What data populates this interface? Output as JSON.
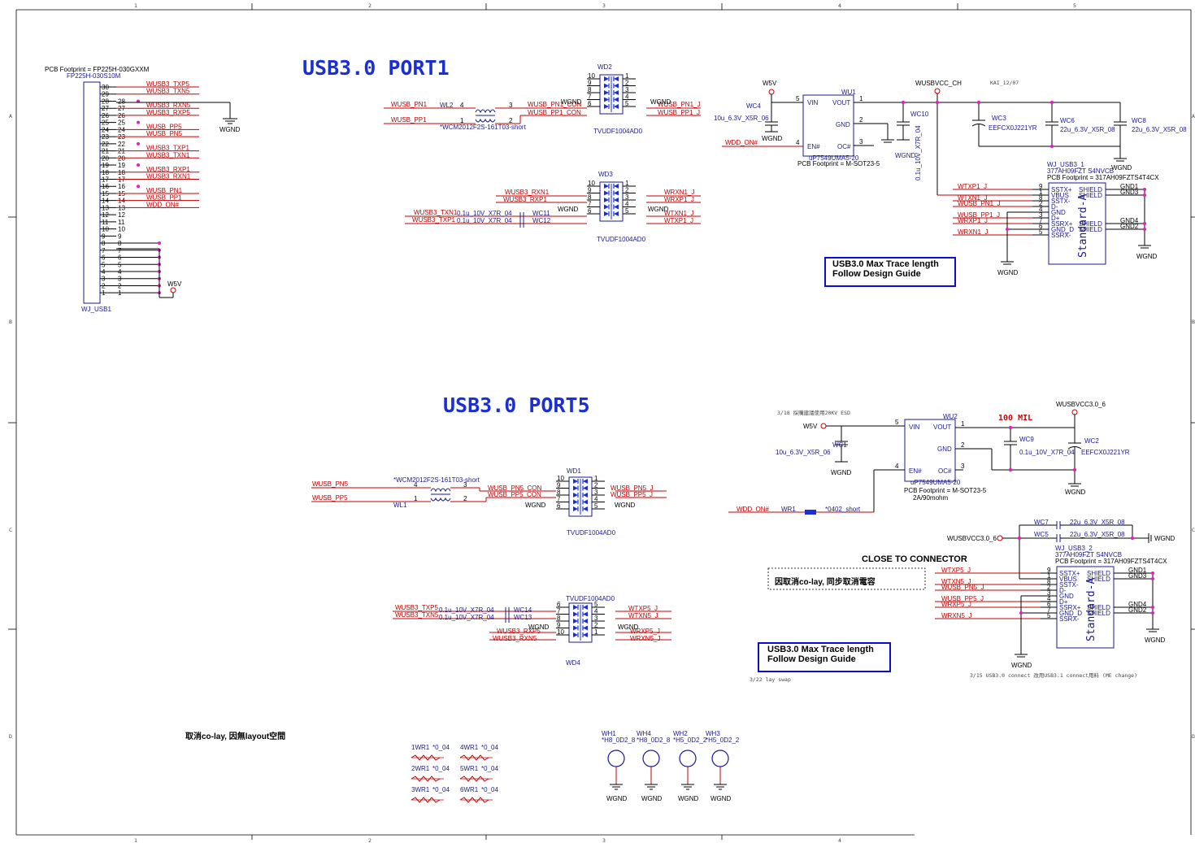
{
  "titles": {
    "port1": "USB3.0  PORT1",
    "port5": "USB3.0  PORT5"
  },
  "border": {
    "cols": [
      "1",
      "2",
      "3",
      "4",
      "5"
    ],
    "rows": [
      "A",
      "B",
      "C",
      "D"
    ]
  },
  "notes": {
    "trace1": [
      "USB3.0 Max Trace length",
      "Follow Design Guide"
    ],
    "trace5": [
      "USB3.0 Max Trace length",
      "Follow Design Guide"
    ],
    "close": "CLOSE TO CONNECTOR",
    "colay": "因取消co-lay, 同步取消電容",
    "cancel": "取消co-lay, 因無layout空間",
    "mil": "100 MIL",
    "kai": "KAI_12/07",
    "esd": "3/18 採購建議使用20KV ESD",
    "lay": "3/22 lay swap",
    "conn31": "3/15  USB3.0 connect 改用USB3.1 connect用料 (ME change)",
    "amps": "2A/90mohm"
  },
  "j_usb1": {
    "ref": "WJ_USB1",
    "footprint": "PCB Footprint = FP225H-030GXXM",
    "part": "FP225H-030S10M",
    "pins": [
      "30",
      "29",
      "28",
      "27",
      "26",
      "25",
      "24",
      "23",
      "22",
      "21",
      "20",
      "19",
      "18",
      "17",
      "16",
      "15",
      "14",
      "13",
      "12",
      "11",
      "10",
      "9",
      "8",
      "7",
      "6",
      "5",
      "4",
      "3",
      "2",
      "1"
    ],
    "pins_inner": [
      "28",
      "27",
      "26",
      "25",
      "24",
      "23",
      "22",
      "21",
      "20",
      "19",
      "18",
      "17",
      "16",
      "15",
      "14",
      "13",
      "12",
      "11",
      "10",
      "9",
      "8",
      "7",
      "6",
      "5",
      "4",
      "3",
      "2",
      "1"
    ],
    "nets": [
      "WUSB3_TXP5",
      "WUSB3_TXN5",
      "",
      "WUSB3_RXN5",
      "WUSB3_RXP5",
      "",
      "WUSB_PP5",
      "WUSB_PN5",
      "",
      "WUSB3_TXP1",
      "WUSB3_TXN1",
      "",
      "WUSB3_RXP1",
      "WUSB3_RXN1",
      "",
      "WUSB_PN1",
      "WUSB_PP1",
      "WDD_ON#"
    ],
    "gnd": "WGND",
    "w5v": "W5V"
  },
  "port1": {
    "wl2": {
      "ref": "WL2",
      "part": "*WCM2012F2S-161T03-short",
      "pins": [
        "4",
        "3",
        "1",
        "2"
      ]
    },
    "wusb_pn1": "WUSB_PN1",
    "wusb_pp1": "WUSB_PP1",
    "wusb_pn1_con": "WUSB_PN1_CON",
    "wusb_pp1_con": "WUSB_PP1_CON",
    "wusb_pn1_j": "WUSB_PN1_J",
    "wusb_pp1_j": "WUSB_PP1_J",
    "wd2": {
      "ref": "WD2",
      "part": "TVUDF1004AD0",
      "left": [
        "10",
        "9",
        "8",
        "7",
        "6"
      ],
      "right": [
        "1",
        "2",
        "3",
        "4",
        "5"
      ]
    },
    "wd3": {
      "ref": "WD3",
      "part": "TVUDF1004AD0",
      "left": [
        "10",
        "9",
        "8",
        "7",
        "6"
      ],
      "right": [
        "1",
        "2",
        "3",
        "4",
        "5"
      ]
    },
    "wusb3_rxn1": "WUSB3_RXN1",
    "wusb3_rxp1": "WUSB3_RXP1",
    "wusb3_txn1": "WUSB3_TXN1",
    "wusb3_txp1": "WUSB3_TXP1",
    "wc11": "WC11",
    "wc12": "WC12",
    "cap": "0.1u_10V_X7R_04",
    "wrxn1_j": "WRXN1_J",
    "wrxp1_j": "WRXP1_J",
    "wtxn1_j": "WTXN1_J",
    "wtxp1_j": "WTXP1_J",
    "wgnd": "WGND",
    "w5v": "W5V",
    "wc4": "WC4",
    "wc4v": "10u_6.3V_X5R_06",
    "wdd_on": "WDD_ON#",
    "wu1": {
      "ref": "WU1",
      "part": "uP7549UMA5-20",
      "fp": "PCB Footprint = M-SOT23-5",
      "pins": {
        "vin": "VIN",
        "vout": "VOUT",
        "gnd": "GND",
        "en": "EN#",
        "oc": "OC#"
      },
      "nums": [
        "5",
        "1",
        "2",
        "4",
        "3"
      ]
    },
    "wusbvcc": "WUSBVCC_CH",
    "wc10": "WC10",
    "wc10v": "0.1u_10V_X7R_04",
    "wc3": "WC3",
    "wc3v": "EEFCX0J221YR",
    "wc6": "WC6",
    "wc6v": "22u_6.3V_X5R_08",
    "wc8": "WC8",
    "wc8v": "22u_6.3V_X5R_08",
    "conn": {
      "ref": "WJ_USB3_1",
      "part": "377AH09FZT S4NVCB",
      "fp": "PCB Footprint = 317AH09FZTS4T4CX",
      "name": "Standard-A",
      "nets": [
        "WTXP1_J",
        "WTXN1_J",
        "WUSB_PN1_J",
        "WUSB_PP1_J",
        "WRXP1_J",
        "WRXN1_J"
      ],
      "pins": [
        "9",
        "1",
        "8",
        "2",
        "4",
        "3",
        "7",
        "6",
        "5"
      ],
      "labels": [
        "SSTX+",
        "VBUS",
        "SSTX-",
        "D-",
        "GND",
        "D+",
        "SSRX+",
        "GND_D",
        "SSRX-"
      ],
      "shield": [
        "SHIELD",
        "SHIELD",
        "SHIELD",
        "SHIELD"
      ],
      "gnds": [
        "GND1",
        "GND3",
        "GND4",
        "GND2"
      ]
    }
  },
  "port5": {
    "wl1": {
      "ref": "WL1",
      "part": "*WCM2012F2S-161T03-short",
      "pins": [
        "4",
        "3",
        "1",
        "2"
      ]
    },
    "wusb_pn5": "WUSB_PN5",
    "wusb_pp5": "WUSB_PP5",
    "wusb_pn5_con": "WUSB_PN5_CON",
    "wusb_pp5_con": "WUSB_PP5_CON",
    "wusb_pn5_j": "WUSB_PN5_J",
    "wusb_pp5_j": "WUSB_PP5_J",
    "wd1": {
      "ref": "WD1",
      "part": "TVUDF1004AD0",
      "left": [
        "10",
        "9",
        "8",
        "7",
        "6"
      ],
      "right": [
        "1",
        "2",
        "3",
        "4",
        "5"
      ]
    },
    "wd4": {
      "ref": "WD4",
      "part": "TVUDF1004AD0",
      "left": [
        "6",
        "7",
        "8",
        "9",
        "10"
      ],
      "right": [
        "5",
        "4",
        "3",
        "2",
        "1"
      ]
    },
    "wusb3_txp5": "WUSB3_TXP5",
    "wusb3_txn5": "WUSB3_TXN5",
    "wusb3_rxp5": "WUSB3_RXP5",
    "wusb3_rxn5": "WUSB3_RXN5",
    "wc13": "WC13",
    "wc14": "WC14",
    "cap": "0.1u_10V_X7R_04",
    "wtxp5_j": "WTXP5_J",
    "wtxn5_j": "WTXN5_J",
    "wrxp5_j": "WRXP5_J",
    "wrxn5_j": "WRXN5_J",
    "wgnd": "WGND",
    "w5v": "W5V",
    "wc1": "WC1",
    "wc1v": "10u_6.3V_X5R_06",
    "wu2": {
      "ref": "WU2",
      "part": "uP7549UMA5-20",
      "fp": "PCB Footprint = M-SOT23-5",
      "pins": {
        "vin": "VIN",
        "vout": "VOUT",
        "gnd": "GND",
        "en": "EN#",
        "oc": "OC#"
      },
      "nums": [
        "5",
        "1",
        "2",
        "4",
        "3"
      ]
    },
    "wusbvcc": "WUSBVCC3.0_6",
    "wc9": "WC9",
    "wc9v": "0.1u_10V_X7R_04",
    "wc2": "WC2",
    "wc2v": "EEFCX0J221YR",
    "wdd_on": "WDD_ON#",
    "wr1": "WR1",
    "wr1v": "*0402_short",
    "wc7": "WC7",
    "wc7v": "22u_6.3V_X5R_08",
    "wc5": "WC5",
    "wc5v": "22u_6.3V_X5R_08",
    "conn": {
      "ref": "WJ_USB3_2",
      "part": "377AH09FZT S4NVCB",
      "fp": "PCB Footprint = 317AH09FZTS4T4CX",
      "name": "Standard-A",
      "nets": [
        "WTXP5_J",
        "WTXN5_J",
        "WUSB_PN5_J",
        "WUSB_PP5_J",
        "WRXP5_J",
        "WRXN5_J"
      ],
      "pins": [
        "9",
        "1",
        "8",
        "2",
        "3",
        "4",
        "6",
        "7",
        "5"
      ],
      "labels": [
        "SSTX+",
        "VBUS",
        "SSTX-",
        "D-",
        "GND",
        "D+",
        "SSRX+",
        "GND_D",
        "SSRX-"
      ],
      "shield": [
        "SHIELD",
        "SHIELD",
        "SHIELD",
        "SHIELD"
      ],
      "gnds": [
        "GND1",
        "GND3",
        "GND4",
        "GND2"
      ]
    }
  },
  "resistors": [
    {
      "ref": "1WR1",
      "val": "*0_04"
    },
    {
      "ref": "4WR1",
      "val": "*0_04"
    },
    {
      "ref": "2WR1",
      "val": "*0_04"
    },
    {
      "ref": "5WR1",
      "val": "*0_04"
    },
    {
      "ref": "3WR1",
      "val": "*0_04"
    },
    {
      "ref": "6WR1",
      "val": "*0_04"
    }
  ],
  "holes": [
    {
      "ref": "WH1",
      "val": "*H8_0D2_8"
    },
    {
      "ref": "WH4",
      "val": "*H8_0D2_8"
    },
    {
      "ref": "WH2",
      "val": "*H5_0D2_2"
    },
    {
      "ref": "WH3",
      "val": "*H5_0D2_2"
    }
  ]
}
